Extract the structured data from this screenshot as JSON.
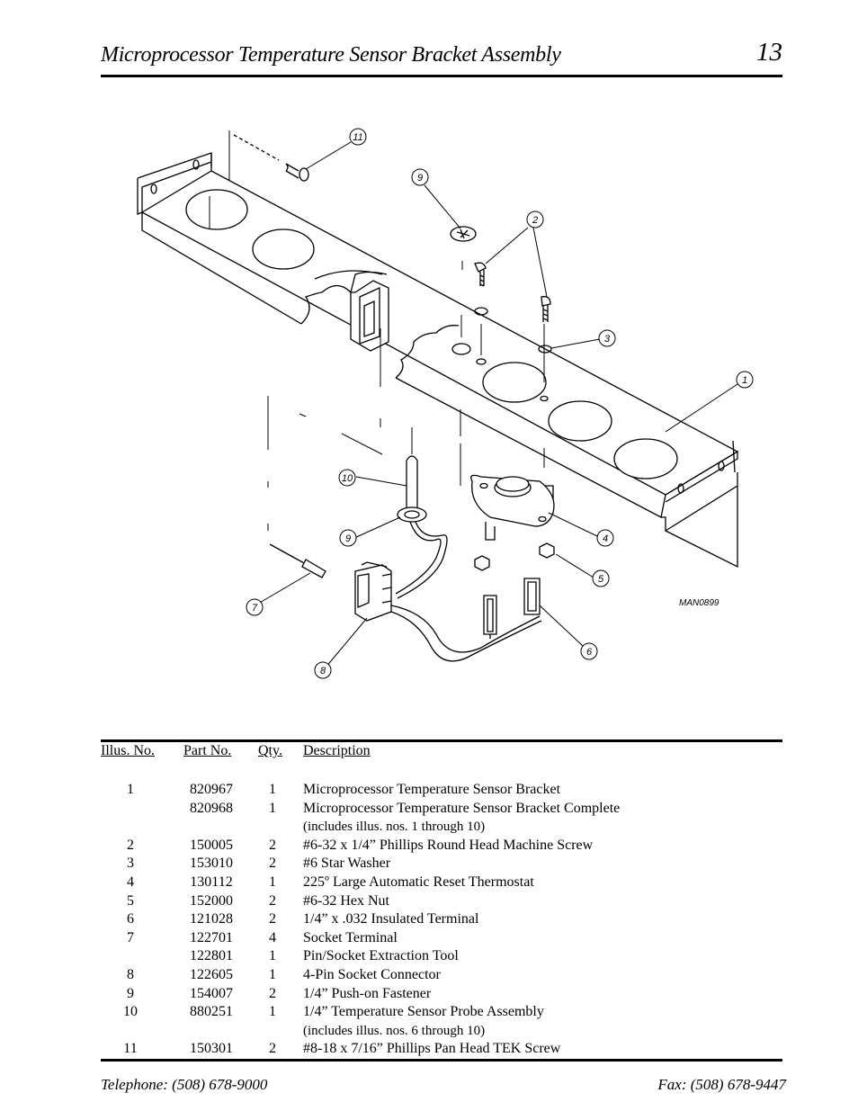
{
  "header": {
    "title": "Microprocessor Temperature Sensor Bracket Assembly",
    "page_number": "13"
  },
  "diagram": {
    "drawing_id": "MAN0899",
    "callouts": [
      "11",
      "9",
      "2",
      "3",
      "1",
      "10",
      "9",
      "4",
      "5",
      "7",
      "6",
      "8"
    ]
  },
  "parts_table": {
    "headers": {
      "illus_no": "Illus. No.",
      "part_no": "Part  No.",
      "qty": "Qty.",
      "description": "Description"
    },
    "rows": [
      {
        "illus": "1",
        "part": "820967",
        "qty": "1",
        "desc": "Microprocessor Temperature Sensor Bracket"
      },
      {
        "illus": "",
        "part": "820968",
        "qty": "1",
        "desc": "Microprocessor Temperature Sensor Bracket Complete"
      },
      {
        "illus": "",
        "part": "",
        "qty": "",
        "desc": "(includes illus. nos. 1 through 10)",
        "sub": true
      },
      {
        "illus": "2",
        "part": "150005",
        "qty": "2",
        "desc": "#6-32 x 1/4” Phillips Round Head Machine Screw"
      },
      {
        "illus": "3",
        "part": "153010",
        "qty": "2",
        "desc": "#6 Star Washer"
      },
      {
        "illus": "4",
        "part": "130112",
        "qty": "1",
        "desc": "225º Large Automatic Reset Thermostat"
      },
      {
        "illus": "5",
        "part": "152000",
        "qty": "2",
        "desc": "#6-32 Hex Nut"
      },
      {
        "illus": "6",
        "part": "121028",
        "qty": "2",
        "desc": "1/4” x .032 Insulated Terminal"
      },
      {
        "illus": "7",
        "part": "122701",
        "qty": "4",
        "desc": "Socket Terminal"
      },
      {
        "illus": "",
        "part": "122801",
        "qty": "1",
        "desc": "Pin/Socket Extraction Tool"
      },
      {
        "illus": "8",
        "part": "122605",
        "qty": "1",
        "desc": "4-Pin Socket Connector"
      },
      {
        "illus": "9",
        "part": "154007",
        "qty": "2",
        "desc": "1/4” Push-on Fastener"
      },
      {
        "illus": "10",
        "part": "880251",
        "qty": "1",
        "desc": "1/4” Temperature Sensor Probe Assembly"
      },
      {
        "illus": "",
        "part": "",
        "qty": "",
        "desc": "(includes illus. nos. 6 through 10)",
        "sub": true
      },
      {
        "illus": "11",
        "part": "150301",
        "qty": "2",
        "desc": "#8-18 x 7/16” Phillips Pan Head TEK Screw"
      }
    ]
  },
  "footer": {
    "telephone": "Telephone: (508) 678-9000",
    "fax": "Fax: (508) 678-9447"
  }
}
